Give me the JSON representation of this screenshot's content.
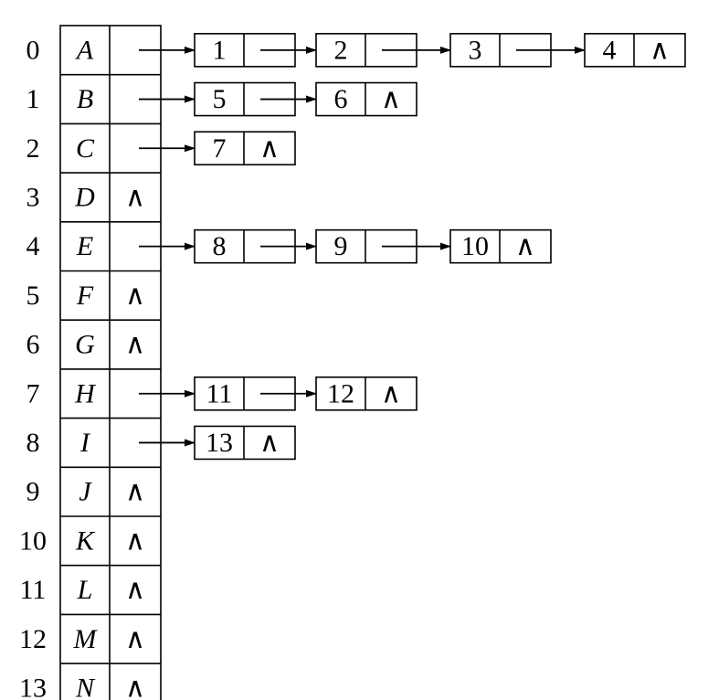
{
  "null_symbol": "∧",
  "vertices": [
    {
      "index": "0",
      "name": "A",
      "adjacent": [
        "1",
        "2",
        "3",
        "4"
      ]
    },
    {
      "index": "1",
      "name": "B",
      "adjacent": [
        "5",
        "6"
      ]
    },
    {
      "index": "2",
      "name": "C",
      "adjacent": [
        "7"
      ]
    },
    {
      "index": "3",
      "name": "D",
      "adjacent": []
    },
    {
      "index": "4",
      "name": "E",
      "adjacent": [
        "8",
        "9",
        "10"
      ]
    },
    {
      "index": "5",
      "name": "F",
      "adjacent": []
    },
    {
      "index": "6",
      "name": "G",
      "adjacent": []
    },
    {
      "index": "7",
      "name": "H",
      "adjacent": [
        "11",
        "12"
      ]
    },
    {
      "index": "8",
      "name": "I",
      "adjacent": [
        "13"
      ]
    },
    {
      "index": "9",
      "name": "J",
      "adjacent": []
    },
    {
      "index": "10",
      "name": "K",
      "adjacent": []
    },
    {
      "index": "11",
      "name": "L",
      "adjacent": []
    },
    {
      "index": "12",
      "name": "M",
      "adjacent": []
    },
    {
      "index": "13",
      "name": "N",
      "adjacent": []
    }
  ]
}
